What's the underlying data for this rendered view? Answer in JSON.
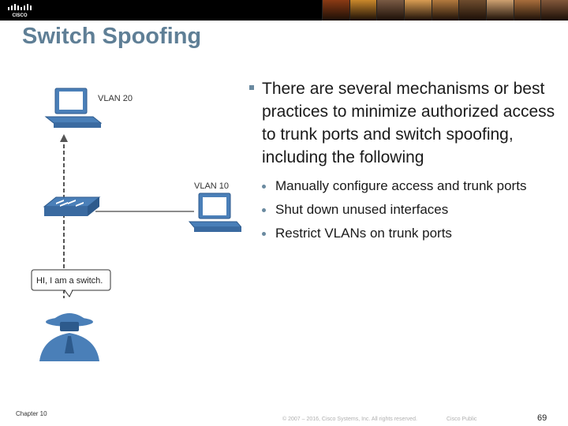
{
  "header": {
    "logo_text": "CISCO",
    "photos": [
      "#8a3a14",
      "#c9882b",
      "#7a5a44",
      "#d89c52",
      "#b37a3e",
      "#6e4c2e",
      "#cda070",
      "#a86e3c",
      "#82573a"
    ]
  },
  "slide": {
    "title": "Switch Spoofing",
    "main_bullet": "There are several mechanisms or best practices to minimize authorized access to trunk ports and switch spoofing, including the following",
    "sub_bullets": [
      "Manually configure access and trunk ports",
      "Shut down unused interfaces",
      "Restrict VLANs on trunk ports"
    ]
  },
  "figure": {
    "vlan20_label": "VLAN 20",
    "vlan10_label": "VLAN 10",
    "speech_text": "HI, I am a switch."
  },
  "footer": {
    "chapter": "Chapter 10",
    "copyright": "© 2007 – 2016, Cisco Systems, Inc. All rights reserved.",
    "classification": "Cisco Public",
    "page": "69"
  },
  "colors": {
    "title": "#5f7f96",
    "accent": "#6a8aa0",
    "device_blue": "#4a7fb8"
  }
}
